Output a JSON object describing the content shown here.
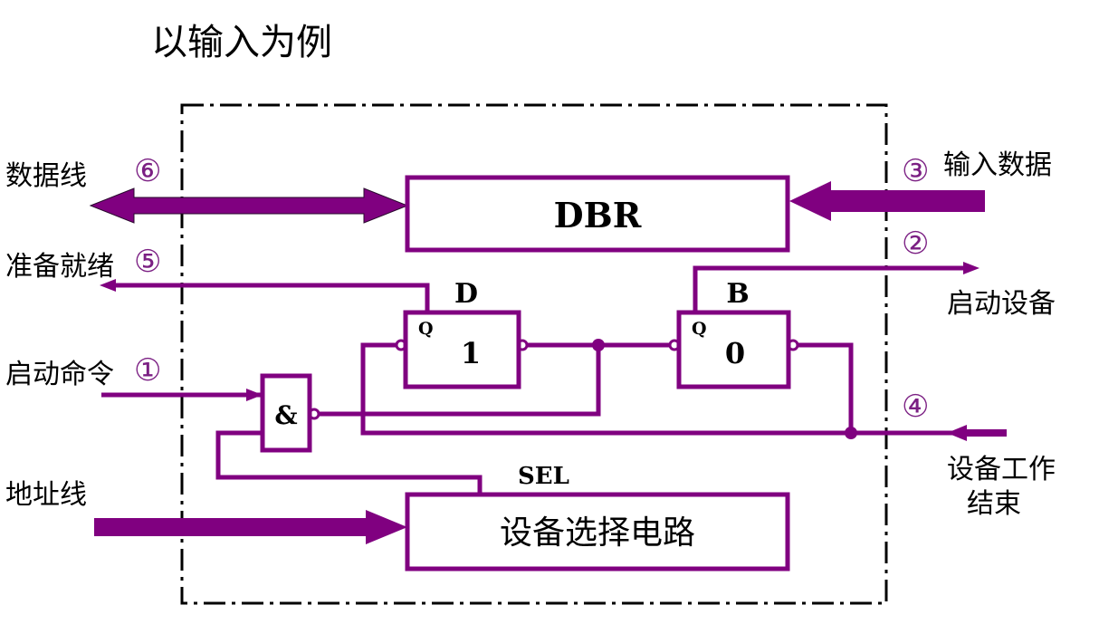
{
  "page": {
    "title": "以输入为例"
  },
  "colors": {
    "accent": "#800080",
    "label_number": "#7b1f83",
    "boundary": "#000000",
    "text": "#000000"
  },
  "blocks": {
    "dbr": "DBR",
    "selector": "设备选择电路",
    "flipflop_d": {
      "name": "D",
      "q": "Q",
      "value": "1"
    },
    "flipflop_b": {
      "name": "B",
      "q": "Q",
      "value": "0"
    },
    "and_gate": "&",
    "sel": "SEL"
  },
  "signals": {
    "data_line": {
      "num": "⑥",
      "label": "数据线"
    },
    "ready": {
      "num": "⑤",
      "label": "准备就绪"
    },
    "start_cmd": {
      "num": "①",
      "label": "启动命令"
    },
    "address_line": {
      "label": "地址线"
    },
    "input_data": {
      "num": "③",
      "label": "输入数据"
    },
    "start_device": {
      "num": "②",
      "label": "启动设备"
    },
    "work_done": {
      "num": "④",
      "label_line1": "设备工作",
      "label_line2": "结束"
    }
  }
}
